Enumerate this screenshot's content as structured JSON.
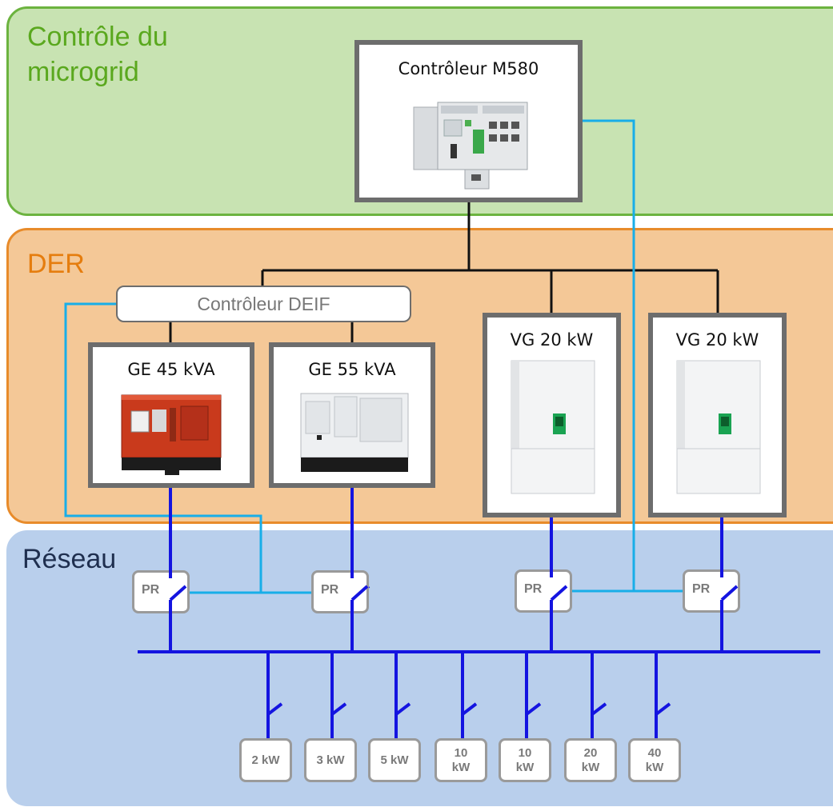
{
  "zones": {
    "control": {
      "title": "Contrôle du\nmicrogrid",
      "color": "#5aa81e"
    },
    "der": {
      "title": "DER",
      "color": "#e57d0e"
    },
    "grid": {
      "title": "Réseau",
      "color": "#1f2f4f"
    }
  },
  "controller": {
    "label": "Contrôleur M580",
    "icon": "plc-controller-image"
  },
  "deif": {
    "label": "Contrôleur DEIF"
  },
  "generators": [
    {
      "label": "GE 45 kVA",
      "icon": "red-generator-image"
    },
    {
      "label": "GE 55 kVA",
      "icon": "white-generator-image"
    }
  ],
  "inverters": [
    {
      "label": "VG 20 kW",
      "icon": "inverter-image"
    },
    {
      "label": "VG 20 kW",
      "icon": "inverter-image"
    }
  ],
  "relays": [
    {
      "label": "PR"
    },
    {
      "label": "PR"
    },
    {
      "label": "PR"
    },
    {
      "label": "PR"
    }
  ],
  "loads": [
    {
      "label": "2 kW"
    },
    {
      "label": "3 kW"
    },
    {
      "label": "5 kW"
    },
    {
      "label": "10 kW"
    },
    {
      "label": "10 kW"
    },
    {
      "label": "20 kW"
    },
    {
      "label": "40 kW"
    }
  ],
  "colors": {
    "power_bus": "#1414e0",
    "comm_line": "#18aee8",
    "control_line": "#111111"
  }
}
